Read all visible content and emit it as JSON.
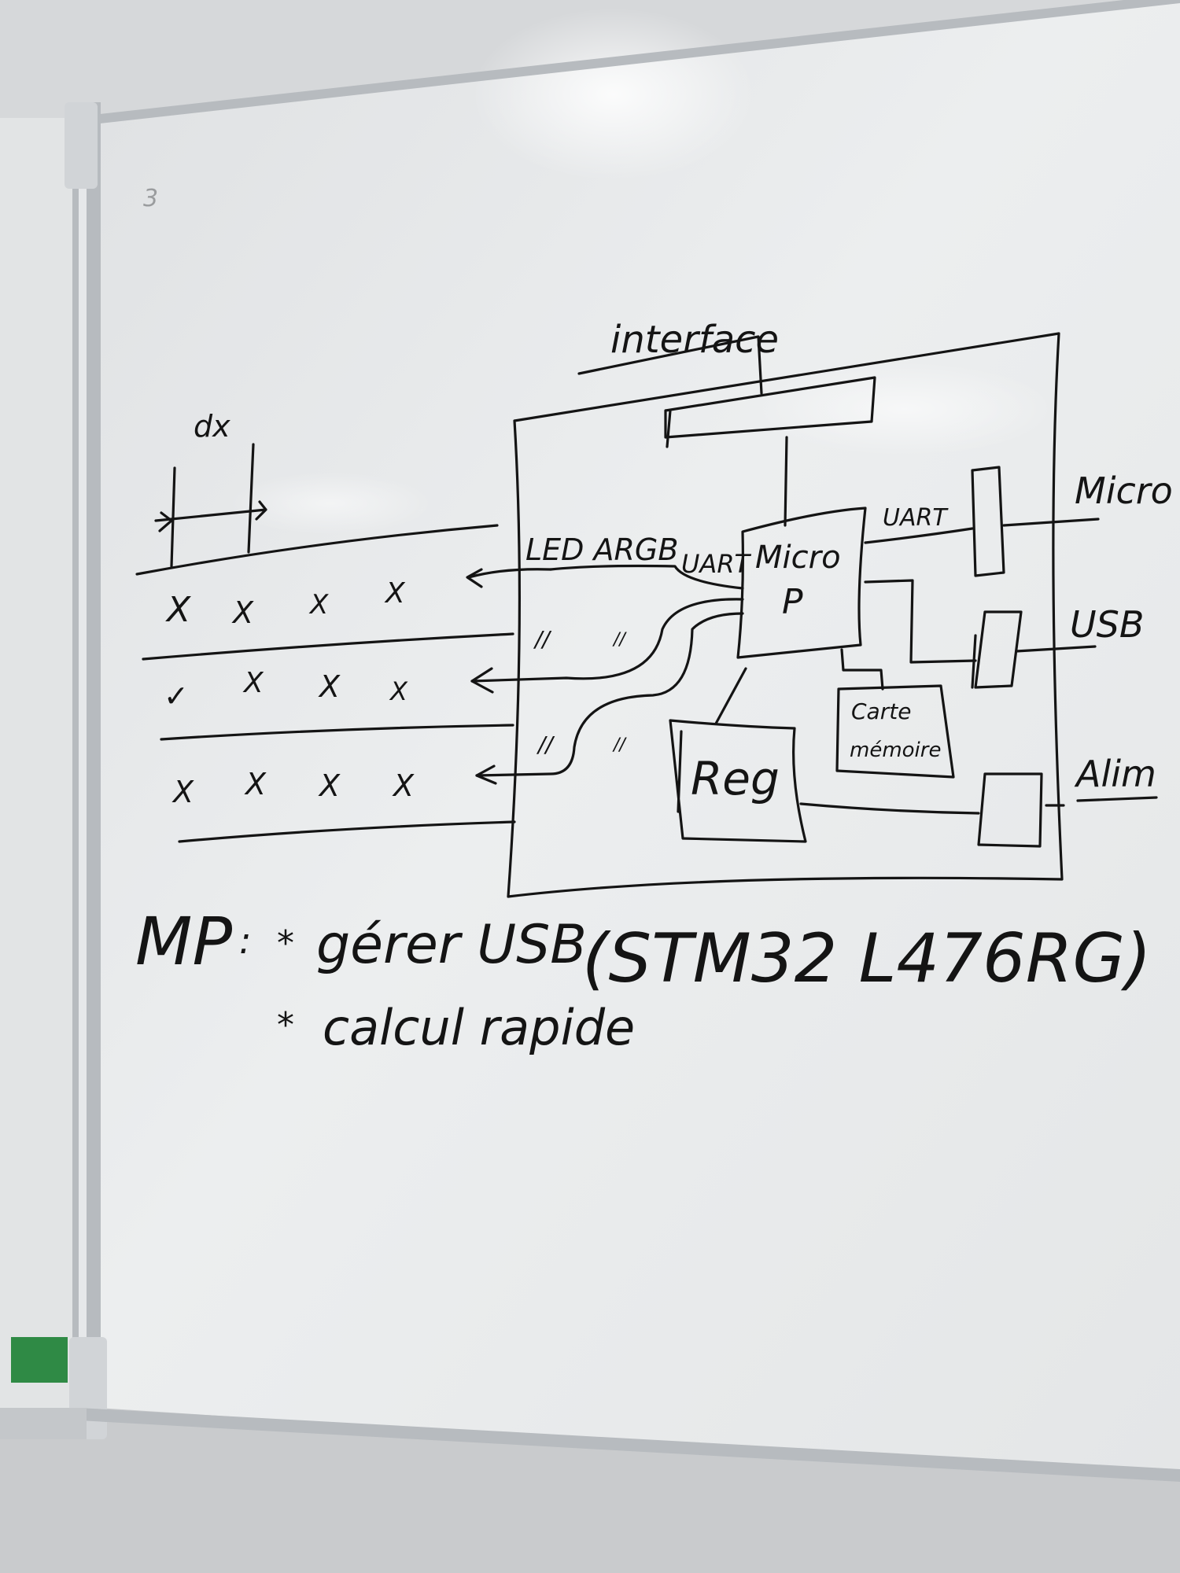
{
  "board": {
    "colors": {
      "wall": "#c9cbcd",
      "board": "#e9ebec",
      "frame": "#b7bbbf",
      "ink": "#141414"
    },
    "corner_mark": "3"
  },
  "diagram": {
    "dx_label": "dx",
    "interface_label": "interface",
    "led_label": "LED ARGB",
    "uart_left_label": "UART",
    "uart_right_label": "UART",
    "micro_p_line1": "Micro",
    "micro_p_line2": "P",
    "reg_label": "Reg",
    "carte_line1": "Carte",
    "carte_line2": "mémoire",
    "port_labels": {
      "micro": "Micro",
      "usb": "USB",
      "alim": "Alim"
    },
    "grid_rows": [
      [
        "X",
        "X",
        "X",
        "X"
      ],
      [
        "✓",
        "X",
        "X",
        "X"
      ],
      [
        "X",
        "X",
        "X",
        "X"
      ]
    ],
    "slash_marks": [
      "//",
      "//",
      "//",
      "//"
    ]
  },
  "notes": {
    "mp_label": "MP",
    "colon": ":",
    "bullet_symbol": "*",
    "bullets": [
      "gérer USB",
      "calcul rapide"
    ],
    "chip": "(STM32 L476RG)"
  }
}
